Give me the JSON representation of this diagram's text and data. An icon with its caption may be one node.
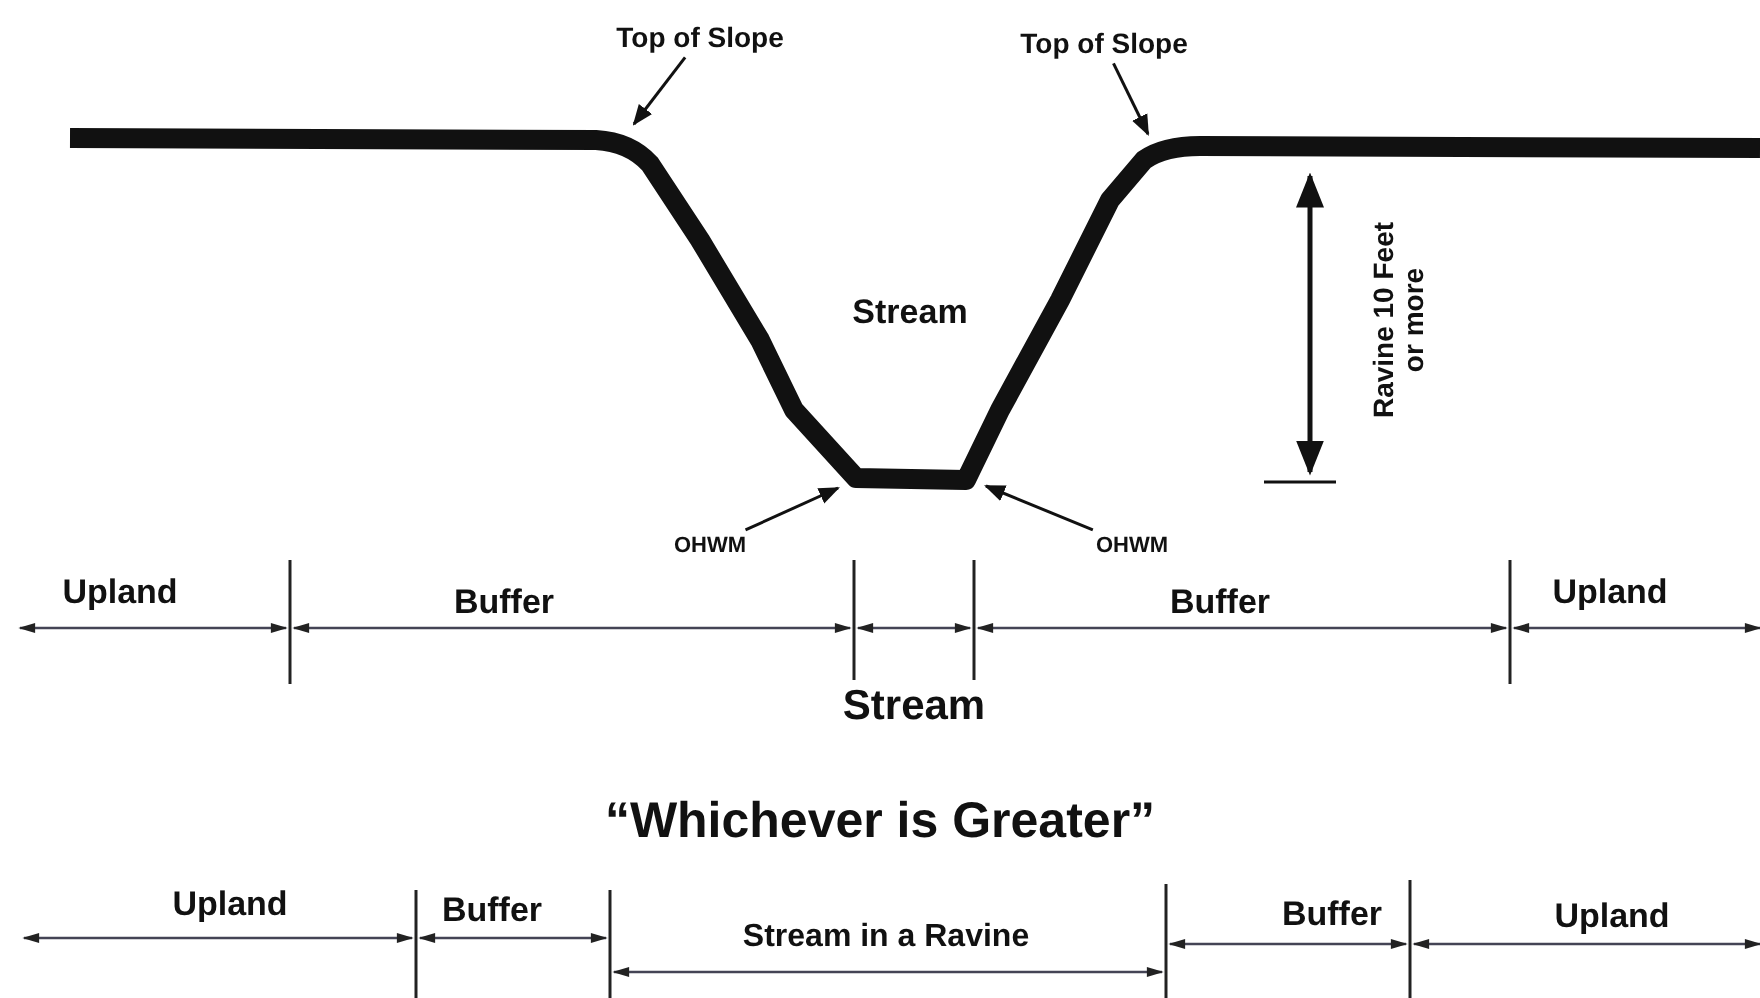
{
  "diagram": {
    "nodes": [
      {
        "text": [
          "Top of Slope"
        ]
      },
      {
        "text": [
          "Top of Slope"
        ]
      },
      {
        "text": [
          "OHWM"
        ]
      },
      {
        "text": [
          "OHWM"
        ]
      }
    ],
    "edges": [
      {
        "from": 0,
        "to": null,
        "arrow": "to"
      },
      {
        "from": 1,
        "to": null,
        "arrow": "to"
      },
      {
        "from": 2,
        "to": null,
        "arrow": "to"
      },
      {
        "from": 3,
        "to": null,
        "arrow": "to"
      }
    ],
    "labels": [
      "Stream",
      "Ravine 10 Feet or more",
      "Upland",
      "Buffer",
      "Buffer",
      "Upland",
      "Stream",
      "“Whichever is Greater”",
      "Upland",
      "Buffer",
      "Stream in a Ravine",
      "Buffer",
      "Upland"
    ]
  }
}
